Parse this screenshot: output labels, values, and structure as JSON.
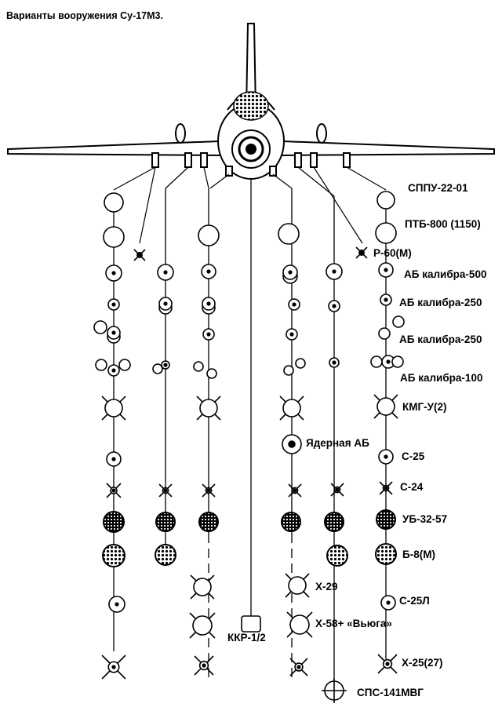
{
  "title": "Варианты вооружения Су-17М3.",
  "labels": {
    "sppu": "СППУ-22-01",
    "ptb": "ПТБ-800 (1150)",
    "r60": "Р-60(М)",
    "ab500": "АБ калибра-500",
    "ab250a": "АБ калибра-250",
    "ab250b": "АБ калибра-250",
    "ab100": "АБ калибра-100",
    "kmg": "КМГ-У(2)",
    "nuclear": "Ядерная АБ",
    "s25": "С-25",
    "s24": "С-24",
    "ub32": "УБ-32-57",
    "b8": "Б-8(М)",
    "s25l": "С-25Л",
    "x29": "Х-29",
    "x58": "Х-58+ «Вьюга»",
    "kkr": "ККР-1/2",
    "x25": "Х-25(27)",
    "sps": "СПС-141МВГ"
  }
}
